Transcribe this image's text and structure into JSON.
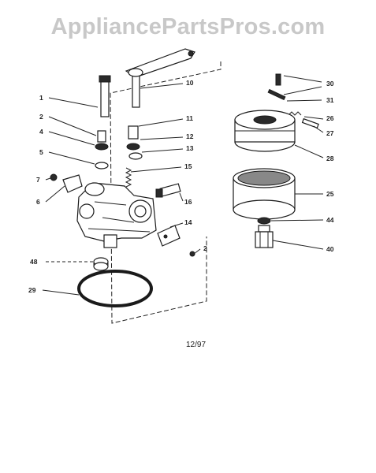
{
  "watermark": "AppliancePartsPros.com",
  "date_code": "12/97",
  "callouts": {
    "c1": "1",
    "c2": "2",
    "c4": "4",
    "c5": "5",
    "c7": "7",
    "c6": "6",
    "c48": "48",
    "c29": "29",
    "c10": "10",
    "c11": "11",
    "c12": "12",
    "c13": "13",
    "c15": "15",
    "c16": "16",
    "c14": "14",
    "c2b": "2",
    "c30": "30",
    "c31": "31",
    "c26": "26",
    "c27": "27",
    "c28": "28",
    "c25": "25",
    "c44": "44",
    "c40": "40"
  }
}
